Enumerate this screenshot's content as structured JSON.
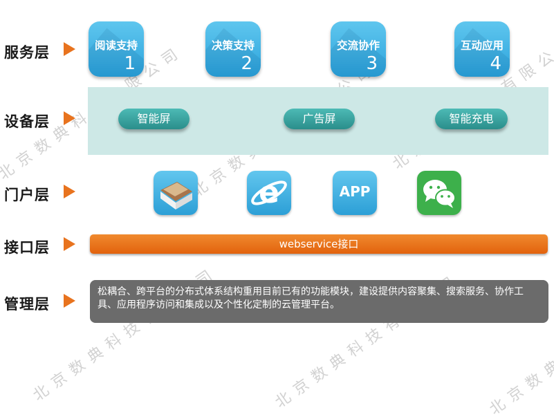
{
  "watermark": "北京数典科技有限公司",
  "layers": {
    "service": {
      "label": "服务层",
      "items": [
        {
          "label": "阅读支持",
          "num": "1"
        },
        {
          "label": "决策支持",
          "num": "2"
        },
        {
          "label": "交流协作",
          "num": "3"
        },
        {
          "label": "互动应用",
          "num": "4"
        }
      ]
    },
    "device": {
      "label": "设备层",
      "items": [
        {
          "label": "智能屏"
        },
        {
          "label": "广告屏"
        },
        {
          "label": "智能充电"
        }
      ]
    },
    "portal": {
      "label": "门户层",
      "items": [
        {
          "icon": "book-app-icon"
        },
        {
          "icon": "ie-browser-icon"
        },
        {
          "icon": "app-icon",
          "label": "APP"
        },
        {
          "icon": "wechat-icon"
        }
      ]
    },
    "interface": {
      "label": "接口层",
      "bar": "webservice接口"
    },
    "management": {
      "label": "管理层",
      "text": "松耦合、跨平台的分布式体系结构重用目前已有的功能模块，建设提供内容聚集、搜索服务、协作工具、应用程序访问和集成以及个性化定制的云管理平台。"
    }
  },
  "colors": {
    "accent": "#e8731e",
    "service_tile": "#2ba3dc",
    "device_pill": "#2a8e8b",
    "device_band": "#cde8e6",
    "management_box": "#6b6b6b"
  }
}
